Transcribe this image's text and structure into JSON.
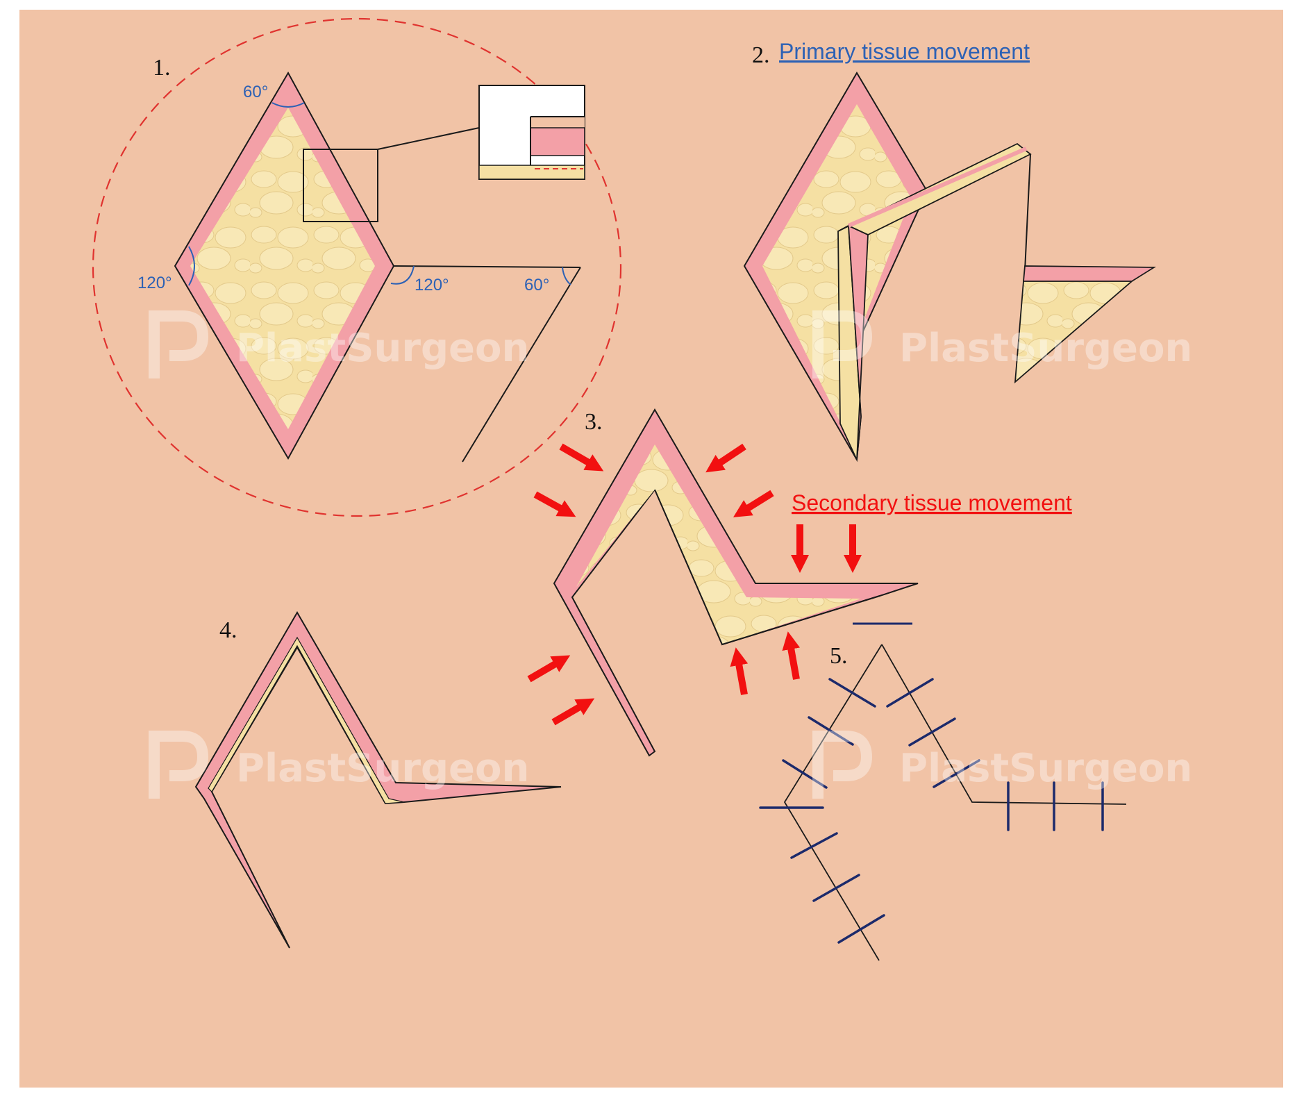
{
  "colors": {
    "background": "#F1C3A6",
    "skin": "#F3A0A7",
    "fat": "#F5E0A3",
    "fat_cell": "#F8E8B6",
    "outline": "#1a1a1a",
    "circle": "#E0332F",
    "angle_blue": "#2C61B5",
    "arrow_red": "#F21010",
    "suture": "#1C2A6B"
  },
  "steps": [
    {
      "number": "1.",
      "angles": [
        "60°",
        "120°",
        "120°",
        "60°"
      ]
    },
    {
      "number": "2.",
      "caption": "Primary tissue movement"
    },
    {
      "number": "3.",
      "caption": "Secondary tissue movement"
    },
    {
      "number": "4."
    },
    {
      "number": "5."
    }
  ],
  "watermark": "PlastSurgeon",
  "icons": [
    "red-arrow-icon",
    "plastsurgeon-logo-icon"
  ]
}
